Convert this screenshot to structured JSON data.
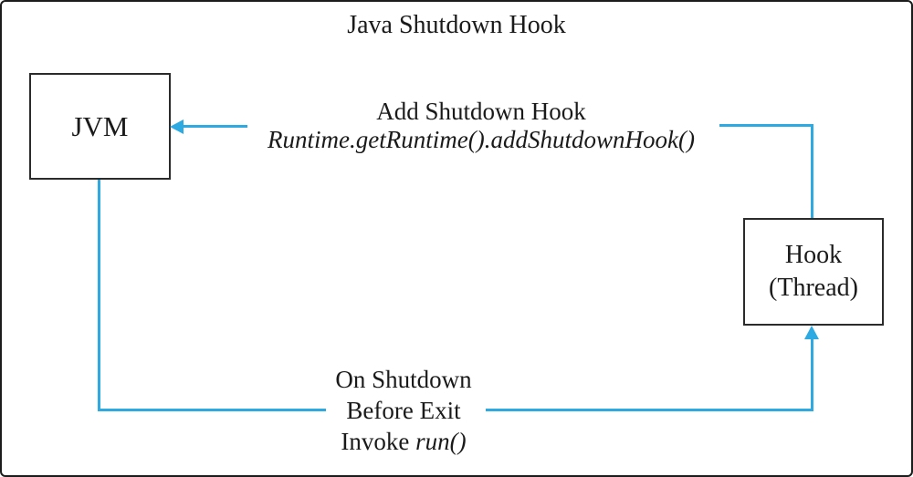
{
  "diagram": {
    "title": "Java Shutdown Hook",
    "colors": {
      "accent": "#2caae1",
      "ink": "#1a1a1a",
      "box_border": "#2b2b2b",
      "frame": "#1c1c1c",
      "background": "#ffffff"
    },
    "nodes": {
      "jvm": {
        "label": "JVM"
      },
      "hook": {
        "line1": "Hook",
        "line2": "(Thread)"
      }
    },
    "edges": {
      "add_hook": {
        "label": "Add Shutdown Hook",
        "code": "Runtime.getRuntime().addShutdownHook()"
      },
      "on_shutdown": {
        "line1": "On Shutdown",
        "line2": "Before Exit",
        "line3_prefix": "Invoke ",
        "line3_code": "run()"
      }
    }
  }
}
